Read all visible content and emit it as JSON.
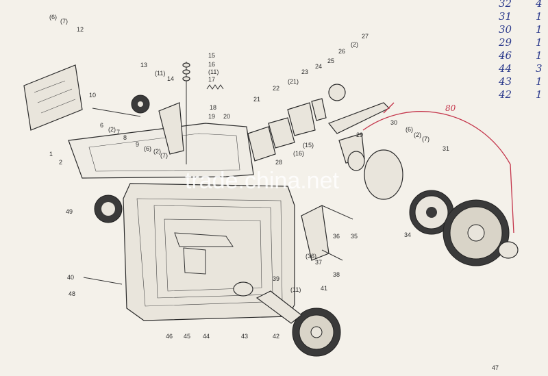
{
  "watermark": "trade.china.net",
  "callouts": [
    "(6)",
    "(7)",
    "12",
    "13",
    "(11)",
    "14",
    "15",
    "16",
    "(11)",
    "17",
    "18",
    "19",
    "20",
    "21",
    "22",
    "(21)",
    "23",
    "24",
    "25",
    "26",
    "(2)",
    "27",
    "10",
    "1",
    "2",
    "6",
    "(2)",
    "7",
    "8",
    "9",
    "(6)",
    "(2)",
    "(7)",
    "(16)",
    "(15)",
    "28",
    "29",
    "30",
    "(6)",
    "(2)",
    "(7)",
    "31",
    "49",
    "34",
    "35",
    "36",
    "(36)",
    "37",
    "38",
    "39",
    "40",
    "48",
    "(11)",
    "41",
    "42",
    "43",
    "44",
    "45",
    "46",
    "47"
  ],
  "handwritten_table": [
    [
      "32",
      "4"
    ],
    [
      "31",
      "1"
    ],
    [
      "30",
      "1"
    ],
    [
      "29",
      "1"
    ],
    [
      "46",
      "1"
    ],
    [
      "44",
      "3"
    ],
    [
      "43",
      "1"
    ],
    [
      "42",
      "1"
    ]
  ],
  "handwritten_note": "80"
}
